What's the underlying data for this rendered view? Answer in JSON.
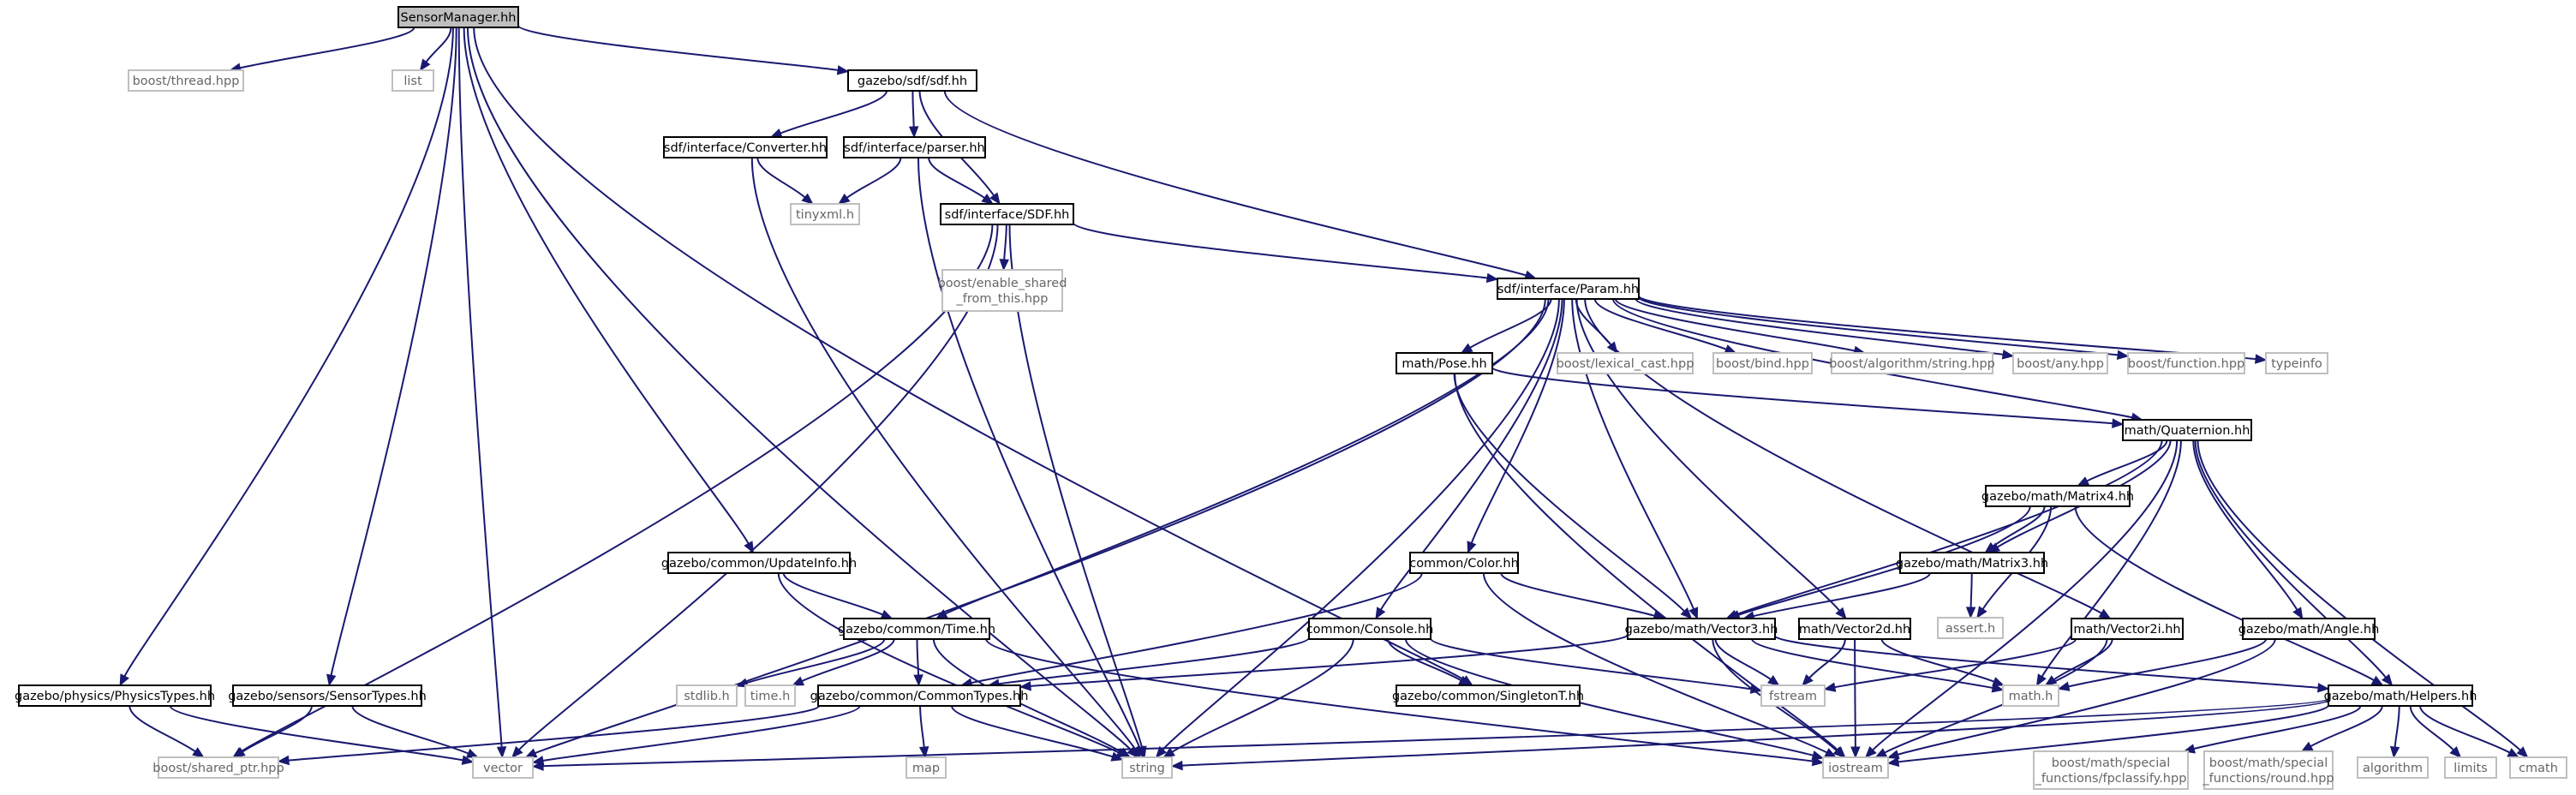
{
  "nodes": [
    {
      "id": "SensorManager.hh",
      "label": "SensorManager.hh",
      "style": "root"
    },
    {
      "id": "boost/thread.hpp",
      "label": "boost/thread.hpp",
      "style": "light"
    },
    {
      "id": "list",
      "label": "list",
      "style": "light"
    },
    {
      "id": "gazebo/sdf/sdf.hh",
      "label": "gazebo/sdf/sdf.hh",
      "style": "dark"
    },
    {
      "id": "sdf/interface/Converter.hh",
      "label": "sdf/interface/Converter.hh",
      "style": "dark"
    },
    {
      "id": "sdf/interface/parser.hh",
      "label": "sdf/interface/parser.hh",
      "style": "dark"
    },
    {
      "id": "tinyxml.h",
      "label": "tinyxml.h",
      "style": "light"
    },
    {
      "id": "sdf/interface/SDF.hh",
      "label": "sdf/interface/SDF.hh",
      "style": "dark"
    },
    {
      "id": "boost/enable_shared_from_this.hpp",
      "label": "boost/enable_shared\n_from_this.hpp",
      "style": "light"
    },
    {
      "id": "sdf/interface/Param.hh",
      "label": "sdf/interface/Param.hh",
      "style": "dark"
    },
    {
      "id": "math/Pose.hh",
      "label": "math/Pose.hh",
      "style": "dark"
    },
    {
      "id": "boost/lexical_cast.hpp",
      "label": "boost/lexical_cast.hpp",
      "style": "light"
    },
    {
      "id": "boost/bind.hpp",
      "label": "boost/bind.hpp",
      "style": "light"
    },
    {
      "id": "boost/algorithm/string.hpp",
      "label": "boost/algorithm/string.hpp",
      "style": "light"
    },
    {
      "id": "boost/any.hpp",
      "label": "boost/any.hpp",
      "style": "light"
    },
    {
      "id": "boost/function.hpp",
      "label": "boost/function.hpp",
      "style": "light"
    },
    {
      "id": "typeinfo",
      "label": "typeinfo",
      "style": "light"
    },
    {
      "id": "math/Quaternion.hh",
      "label": "math/Quaternion.hh",
      "style": "dark"
    },
    {
      "id": "gazebo/math/Matrix4.hh",
      "label": "gazebo/math/Matrix4.hh",
      "style": "dark"
    },
    {
      "id": "gazebo/math/Matrix3.hh",
      "label": "gazebo/math/Matrix3.hh",
      "style": "dark"
    },
    {
      "id": "assert.h",
      "label": "assert.h",
      "style": "light"
    },
    {
      "id": "common/Color.hh",
      "label": "common/Color.hh",
      "style": "dark"
    },
    {
      "id": "gazebo/common/UpdateInfo.hh",
      "label": "gazebo/common/UpdateInfo.hh",
      "style": "dark"
    },
    {
      "id": "gazebo/common/Time.hh",
      "label": "gazebo/common/Time.hh",
      "style": "dark"
    },
    {
      "id": "common/Console.hh",
      "label": "common/Console.hh",
      "style": "dark"
    },
    {
      "id": "gazebo/math/Vector3.hh",
      "label": "gazebo/math/Vector3.hh",
      "style": "dark"
    },
    {
      "id": "math/Vector2d.hh",
      "label": "math/Vector2d.hh",
      "style": "dark"
    },
    {
      "id": "math/Vector2i.hh",
      "label": "math/Vector2i.hh",
      "style": "dark"
    },
    {
      "id": "gazebo/math/Angle.hh",
      "label": "gazebo/math/Angle.hh",
      "style": "dark"
    },
    {
      "id": "gazebo/physics/PhysicsTypes.hh",
      "label": "gazebo/physics/PhysicsTypes.hh",
      "style": "dark"
    },
    {
      "id": "gazebo/sensors/SensorTypes.hh",
      "label": "gazebo/sensors/SensorTypes.hh",
      "style": "dark"
    },
    {
      "id": "stdlib.h",
      "label": "stdlib.h",
      "style": "light"
    },
    {
      "id": "time.h",
      "label": "time.h",
      "style": "light"
    },
    {
      "id": "gazebo/common/CommonTypes.hh",
      "label": "gazebo/common/CommonTypes.hh",
      "style": "dark"
    },
    {
      "id": "gazebo/common/SingletonT.hh",
      "label": "gazebo/common/SingletonT.hh",
      "style": "dark"
    },
    {
      "id": "fstream",
      "label": "fstream",
      "style": "light"
    },
    {
      "id": "math.h",
      "label": "math.h",
      "style": "light"
    },
    {
      "id": "gazebo/math/Helpers.hh",
      "label": "gazebo/math/Helpers.hh",
      "style": "dark"
    },
    {
      "id": "boost/shared_ptr.hpp",
      "label": "boost/shared_ptr.hpp",
      "style": "light"
    },
    {
      "id": "vector",
      "label": "vector",
      "style": "light"
    },
    {
      "id": "map",
      "label": "map",
      "style": "light"
    },
    {
      "id": "string",
      "label": "string",
      "style": "light"
    },
    {
      "id": "iostream",
      "label": "iostream",
      "style": "light"
    },
    {
      "id": "boost/math/special_functions/fpclassify.hpp",
      "label": "boost/math/special\n_functions/fpclassify.hpp",
      "style": "light"
    },
    {
      "id": "boost/math/special_functions/round.hpp",
      "label": "boost/math/special\n_functions/round.hpp",
      "style": "light"
    },
    {
      "id": "algorithm",
      "label": "algorithm",
      "style": "light"
    },
    {
      "id": "limits",
      "label": "limits",
      "style": "light"
    },
    {
      "id": "cmath",
      "label": "cmath",
      "style": "light"
    }
  ],
  "edges": [
    [
      "SensorManager.hh",
      "boost/thread.hpp"
    ],
    [
      "SensorManager.hh",
      "list"
    ],
    [
      "SensorManager.hh",
      "gazebo/sdf/sdf.hh"
    ],
    [
      "SensorManager.hh",
      "gazebo/common/UpdateInfo.hh"
    ],
    [
      "SensorManager.hh",
      "gazebo/common/SingletonT.hh"
    ],
    [
      "SensorManager.hh",
      "gazebo/physics/PhysicsTypes.hh"
    ],
    [
      "SensorManager.hh",
      "gazebo/sensors/SensorTypes.hh"
    ],
    [
      "SensorManager.hh",
      "vector"
    ],
    [
      "SensorManager.hh",
      "string"
    ],
    [
      "gazebo/sdf/sdf.hh",
      "sdf/interface/Converter.hh"
    ],
    [
      "gazebo/sdf/sdf.hh",
      "sdf/interface/parser.hh"
    ],
    [
      "gazebo/sdf/sdf.hh",
      "sdf/interface/SDF.hh"
    ],
    [
      "gazebo/sdf/sdf.hh",
      "sdf/interface/Param.hh"
    ],
    [
      "sdf/interface/Converter.hh",
      "tinyxml.h"
    ],
    [
      "sdf/interface/Converter.hh",
      "string"
    ],
    [
      "sdf/interface/parser.hh",
      "tinyxml.h"
    ],
    [
      "sdf/interface/parser.hh",
      "sdf/interface/SDF.hh"
    ],
    [
      "sdf/interface/parser.hh",
      "string"
    ],
    [
      "sdf/interface/SDF.hh",
      "boost/enable_shared_from_this.hpp"
    ],
    [
      "sdf/interface/SDF.hh",
      "sdf/interface/Param.hh"
    ],
    [
      "sdf/interface/SDF.hh",
      "boost/shared_ptr.hpp"
    ],
    [
      "sdf/interface/SDF.hh",
      "vector"
    ],
    [
      "sdf/interface/SDF.hh",
      "string"
    ],
    [
      "sdf/interface/Param.hh",
      "math/Pose.hh"
    ],
    [
      "sdf/interface/Param.hh",
      "boost/lexical_cast.hpp"
    ],
    [
      "sdf/interface/Param.hh",
      "boost/bind.hpp"
    ],
    [
      "sdf/interface/Param.hh",
      "boost/algorithm/string.hpp"
    ],
    [
      "sdf/interface/Param.hh",
      "boost/any.hpp"
    ],
    [
      "sdf/interface/Param.hh",
      "boost/function.hpp"
    ],
    [
      "sdf/interface/Param.hh",
      "typeinfo"
    ],
    [
      "sdf/interface/Param.hh",
      "math/Quaternion.hh"
    ],
    [
      "sdf/interface/Param.hh",
      "common/Color.hh"
    ],
    [
      "sdf/interface/Param.hh",
      "gazebo/common/Time.hh"
    ],
    [
      "sdf/interface/Param.hh",
      "common/Console.hh"
    ],
    [
      "sdf/interface/Param.hh",
      "gazebo/math/Vector3.hh"
    ],
    [
      "sdf/interface/Param.hh",
      "math/Vector2d.hh"
    ],
    [
      "sdf/interface/Param.hh",
      "math/Vector2i.hh"
    ],
    [
      "sdf/interface/Param.hh",
      "vector"
    ],
    [
      "sdf/interface/Param.hh",
      "string"
    ],
    [
      "math/Pose.hh",
      "math/Quaternion.hh"
    ],
    [
      "math/Pose.hh",
      "gazebo/math/Vector3.hh"
    ],
    [
      "math/Pose.hh",
      "iostream"
    ],
    [
      "math/Quaternion.hh",
      "gazebo/math/Matrix4.hh"
    ],
    [
      "math/Quaternion.hh",
      "gazebo/math/Matrix3.hh"
    ],
    [
      "math/Quaternion.hh",
      "gazebo/math/Vector3.hh"
    ],
    [
      "math/Quaternion.hh",
      "gazebo/math/Angle.hh"
    ],
    [
      "math/Quaternion.hh",
      "math.h"
    ],
    [
      "math/Quaternion.hh",
      "iostream"
    ],
    [
      "math/Quaternion.hh",
      "gazebo/math/Helpers.hh"
    ],
    [
      "math/Quaternion.hh",
      "cmath"
    ],
    [
      "gazebo/math/Matrix4.hh",
      "gazebo/math/Matrix3.hh"
    ],
    [
      "gazebo/math/Matrix4.hh",
      "gazebo/math/Vector3.hh"
    ],
    [
      "gazebo/math/Matrix4.hh",
      "assert.h"
    ],
    [
      "gazebo/math/Matrix4.hh",
      "gazebo/math/Helpers.hh"
    ],
    [
      "gazebo/math/Matrix3.hh",
      "gazebo/math/Vector3.hh"
    ],
    [
      "gazebo/math/Matrix3.hh",
      "assert.h"
    ],
    [
      "common/Color.hh",
      "gazebo/math/Vector3.hh"
    ],
    [
      "common/Color.hh",
      "gazebo/common/CommonTypes.hh"
    ],
    [
      "common/Color.hh",
      "iostream"
    ],
    [
      "gazebo/common/UpdateInfo.hh",
      "gazebo/common/Time.hh"
    ],
    [
      "gazebo/common/UpdateInfo.hh",
      "string"
    ],
    [
      "gazebo/common/Time.hh",
      "stdlib.h"
    ],
    [
      "gazebo/common/Time.hh",
      "time.h"
    ],
    [
      "gazebo/common/Time.hh",
      "gazebo/common/CommonTypes.hh"
    ],
    [
      "gazebo/common/Time.hh",
      "string"
    ],
    [
      "gazebo/common/Time.hh",
      "iostream"
    ],
    [
      "common/Console.hh",
      "gazebo/common/CommonTypes.hh"
    ],
    [
      "common/Console.hh",
      "gazebo/common/SingletonT.hh"
    ],
    [
      "common/Console.hh",
      "fstream"
    ],
    [
      "common/Console.hh",
      "string"
    ],
    [
      "common/Console.hh",
      "iostream"
    ],
    [
      "gazebo/math/Vector3.hh",
      "gazebo/common/CommonTypes.hh"
    ],
    [
      "gazebo/math/Vector3.hh",
      "fstream"
    ],
    [
      "gazebo/math/Vector3.hh",
      "math.h"
    ],
    [
      "gazebo/math/Vector3.hh",
      "gazebo/math/Helpers.hh"
    ],
    [
      "gazebo/math/Vector3.hh",
      "iostream"
    ],
    [
      "math/Vector2d.hh",
      "fstream"
    ],
    [
      "math/Vector2d.hh",
      "math.h"
    ],
    [
      "math/Vector2d.hh",
      "iostream"
    ],
    [
      "math/Vector2i.hh",
      "fstream"
    ],
    [
      "math/Vector2i.hh",
      "math.h"
    ],
    [
      "math/Vector2i.hh",
      "iostream"
    ],
    [
      "gazebo/math/Angle.hh",
      "math.h"
    ],
    [
      "gazebo/math/Angle.hh",
      "iostream"
    ],
    [
      "gazebo/physics/PhysicsTypes.hh",
      "boost/shared_ptr.hpp"
    ],
    [
      "gazebo/physics/PhysicsTypes.hh",
      "vector"
    ],
    [
      "gazebo/sensors/SensorTypes.hh",
      "boost/shared_ptr.hpp"
    ],
    [
      "gazebo/sensors/SensorTypes.hh",
      "vector"
    ],
    [
      "gazebo/common/CommonTypes.hh",
      "boost/shared_ptr.hpp"
    ],
    [
      "gazebo/common/CommonTypes.hh",
      "vector"
    ],
    [
      "gazebo/common/CommonTypes.hh",
      "map"
    ],
    [
      "gazebo/common/CommonTypes.hh",
      "string"
    ],
    [
      "gazebo/math/Helpers.hh",
      "boost/math/special_functions/fpclassify.hpp"
    ],
    [
      "gazebo/math/Helpers.hh",
      "boost/math/special_functions/round.hpp"
    ],
    [
      "gazebo/math/Helpers.hh",
      "algorithm"
    ],
    [
      "gazebo/math/Helpers.hh",
      "limits"
    ],
    [
      "gazebo/math/Helpers.hh",
      "cmath"
    ],
    [
      "gazebo/math/Helpers.hh",
      "vector"
    ],
    [
      "gazebo/math/Helpers.hh",
      "string"
    ],
    [
      "gazebo/math/Helpers.hh",
      "iostream"
    ]
  ]
}
